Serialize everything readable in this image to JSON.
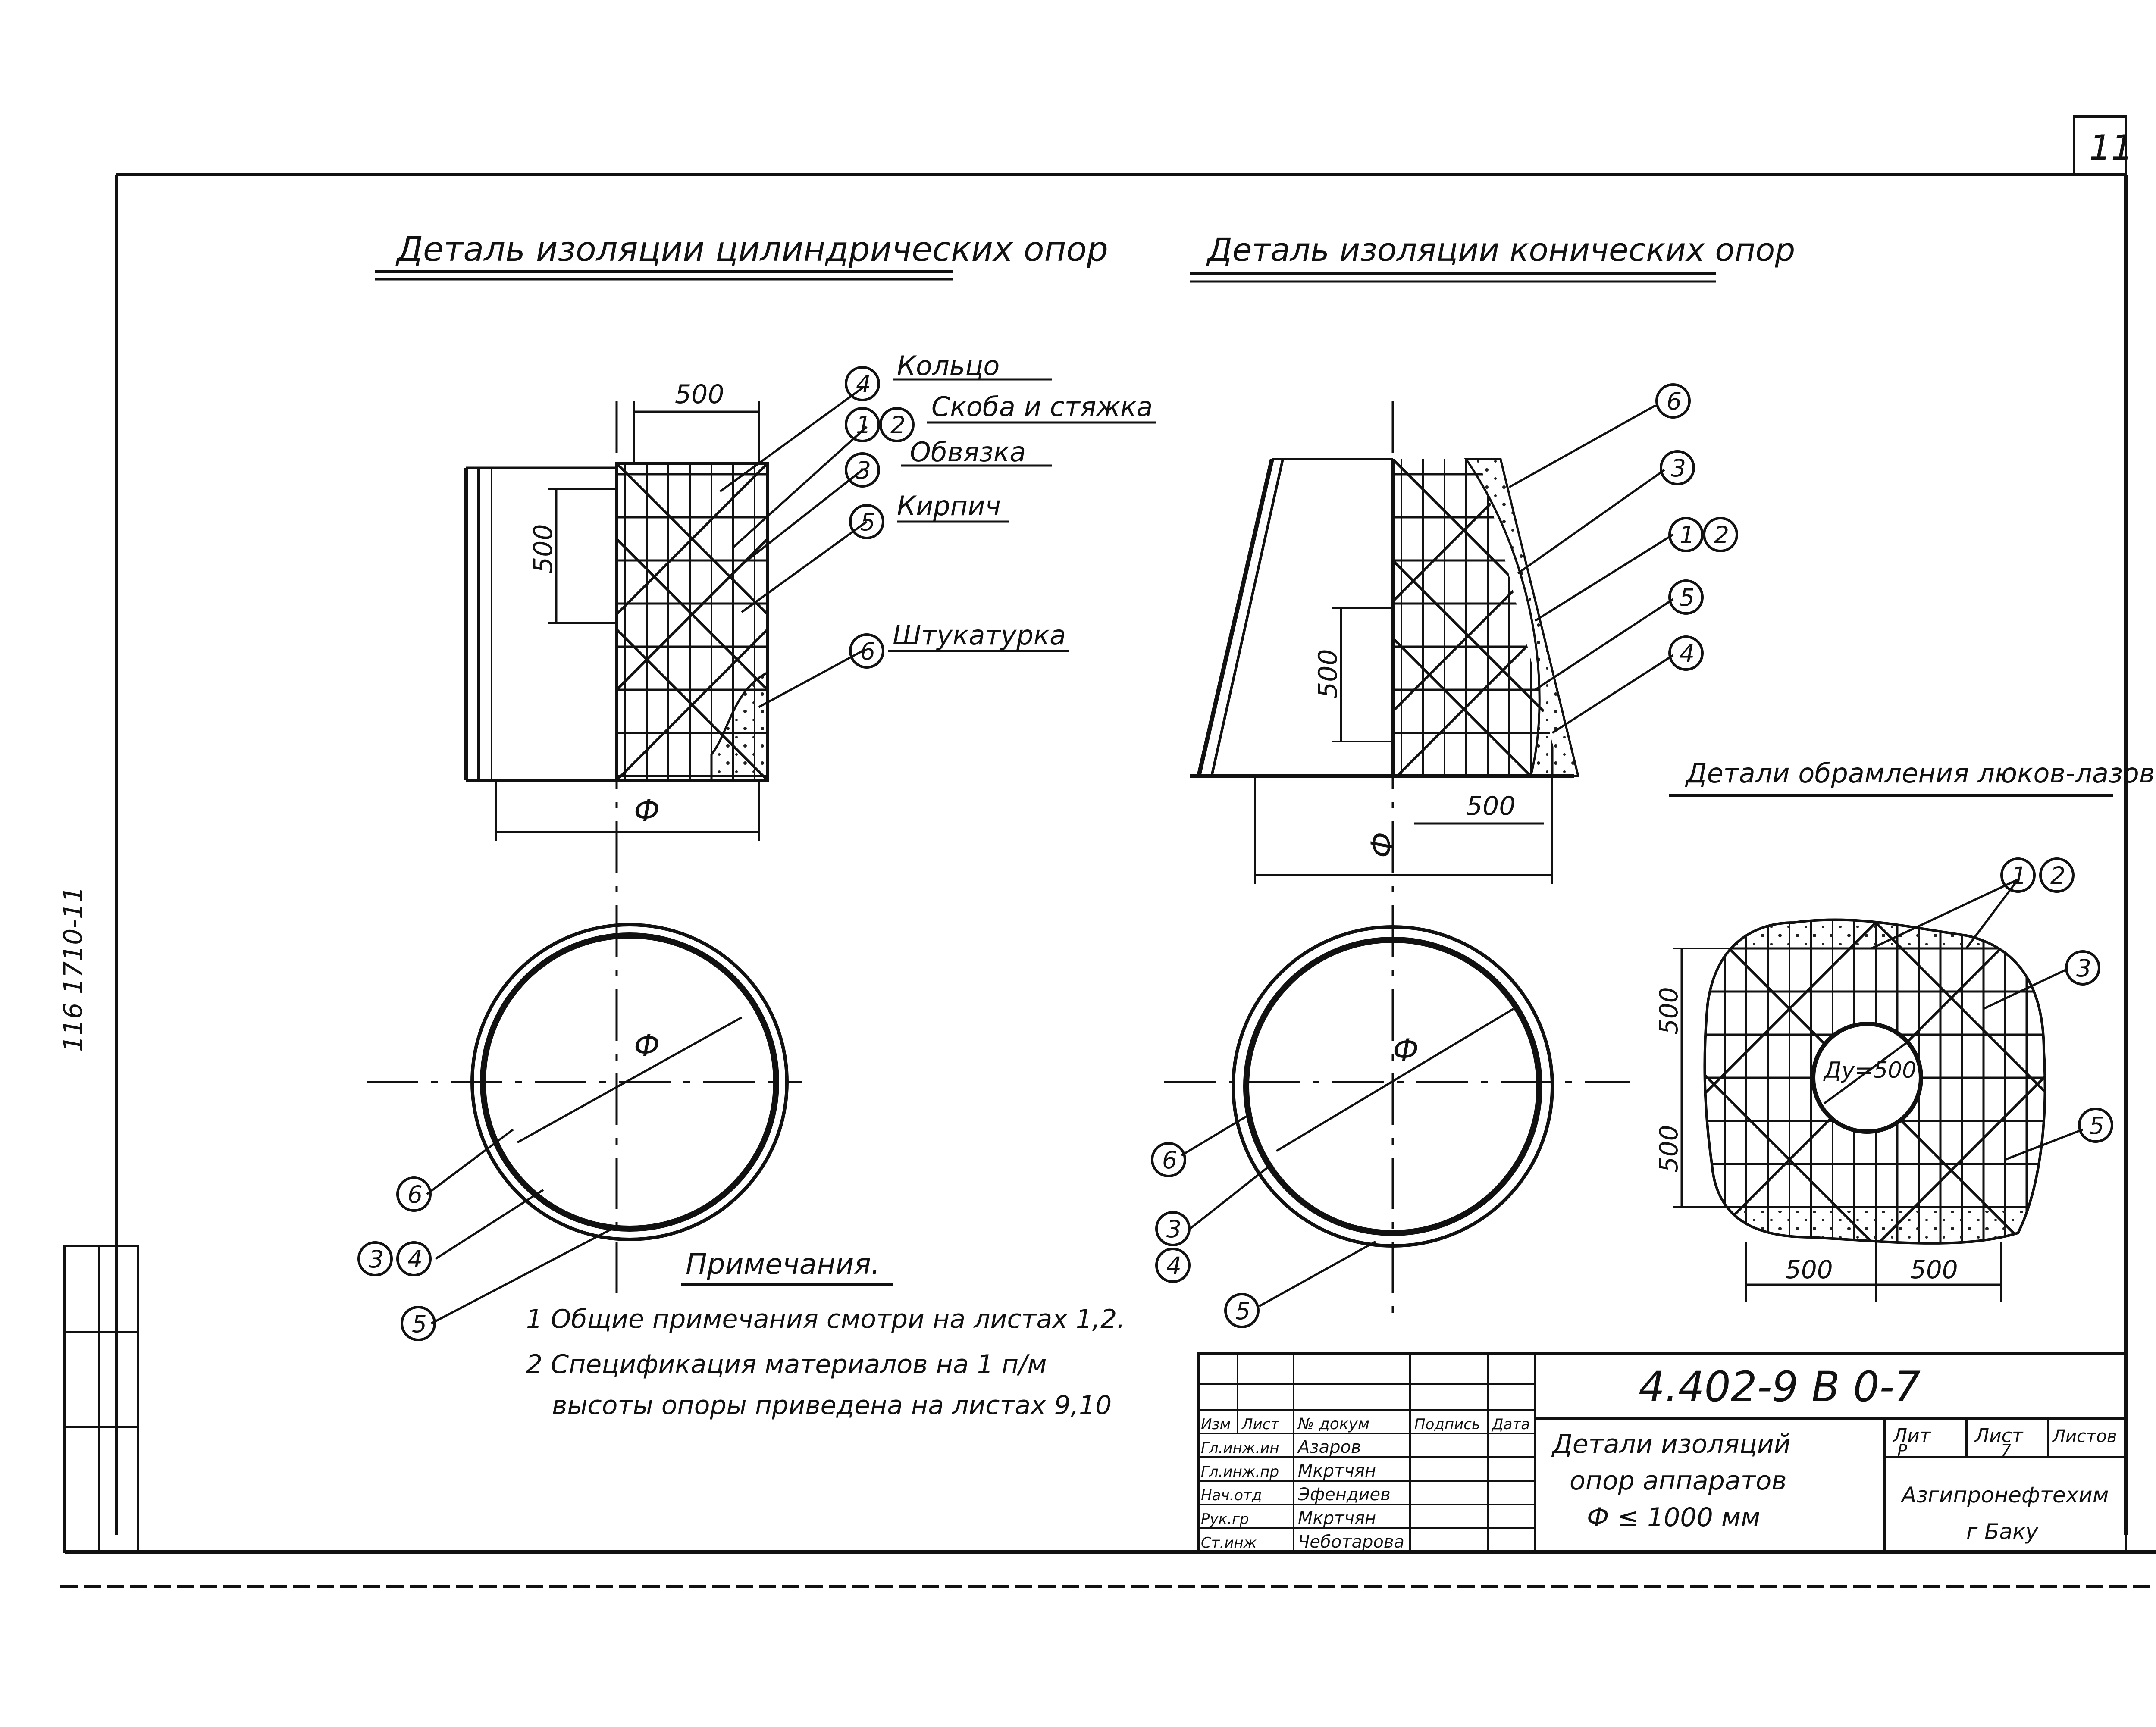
{
  "sheet_number": "11",
  "side_stamp": "116 1710-11",
  "titles": {
    "cylindrical": "Деталь изоляции цилиндрических опор",
    "conical": "Деталь изоляции конических опор",
    "hatch": "Детали обрамления люков-лазов"
  },
  "labels": {
    "ring": "Кольцо",
    "bracket": "Скоба и стяжка",
    "binding": "Обвязка",
    "brick": "Кирпич",
    "plaster": "Штукатурка"
  },
  "callouts": [
    "1",
    "2",
    "3",
    "4",
    "5",
    "6"
  ],
  "dims": {
    "d500": "500",
    "diameter": "Ф",
    "dy": "Ду=500"
  },
  "notes": {
    "heading": "Примечания.",
    "n1": "1 Общие примечания смотри на листах 1,2.",
    "n2a": "2 Спецификация материалов на 1 п/м",
    "n2b": "высоты опоры приведена на листах 9,10"
  },
  "title_block": {
    "code": "4.402-9 В 0-7",
    "desc": [
      "Детали изоляций",
      "опор аппаратов",
      "Ф ≤ 1000 мм"
    ],
    "headers": [
      "Изм",
      "Лист",
      "№ докум",
      "Подпись",
      "Дата"
    ],
    "roles": [
      "Гл.инж.ин",
      "Гл.инж.пр",
      "Нач.отд",
      "Рук.гр",
      "Ст.инж"
    ],
    "names": [
      "Азаров",
      "Мкртчян",
      "Эфендиев",
      "Мкртчян",
      "Чеботарова"
    ],
    "lit_label": "Лит",
    "sheet_label": "Лист",
    "sheets_label": "Листов",
    "lit_value": "Р",
    "sheet_value": "7",
    "org": "Азгипронефтехим",
    "city": "г Баку"
  }
}
